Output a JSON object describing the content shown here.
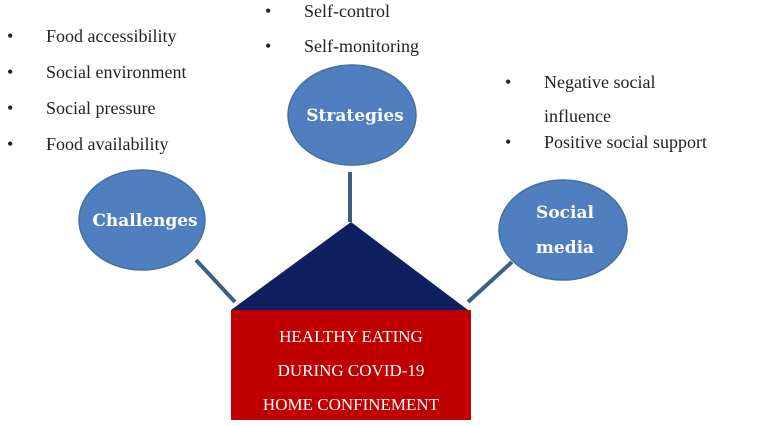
{
  "colors": {
    "node_fill": "#4f7fbf",
    "node_stroke": "#44729f",
    "connector": "#3d5f80",
    "roof": "#0f2060",
    "base": "#c00000",
    "base_text": "#ffffff"
  },
  "nodes": {
    "challenges": "Challenges",
    "strategies": "Strategies",
    "social_media_line1": "Social",
    "social_media_line2": "media"
  },
  "lists": {
    "challenges": [
      "Food accessibility",
      "Social environment",
      "Social pressure",
      "Food availability"
    ],
    "strategies": [
      "Self-control",
      "Self-monitoring"
    ],
    "social_media": [
      "Negative social influence",
      "Positive social support"
    ]
  },
  "center": {
    "line1": "HEALTHY EATING",
    "line2": "DURING COVID-19",
    "line3": "HOME CONFINEMENT"
  }
}
